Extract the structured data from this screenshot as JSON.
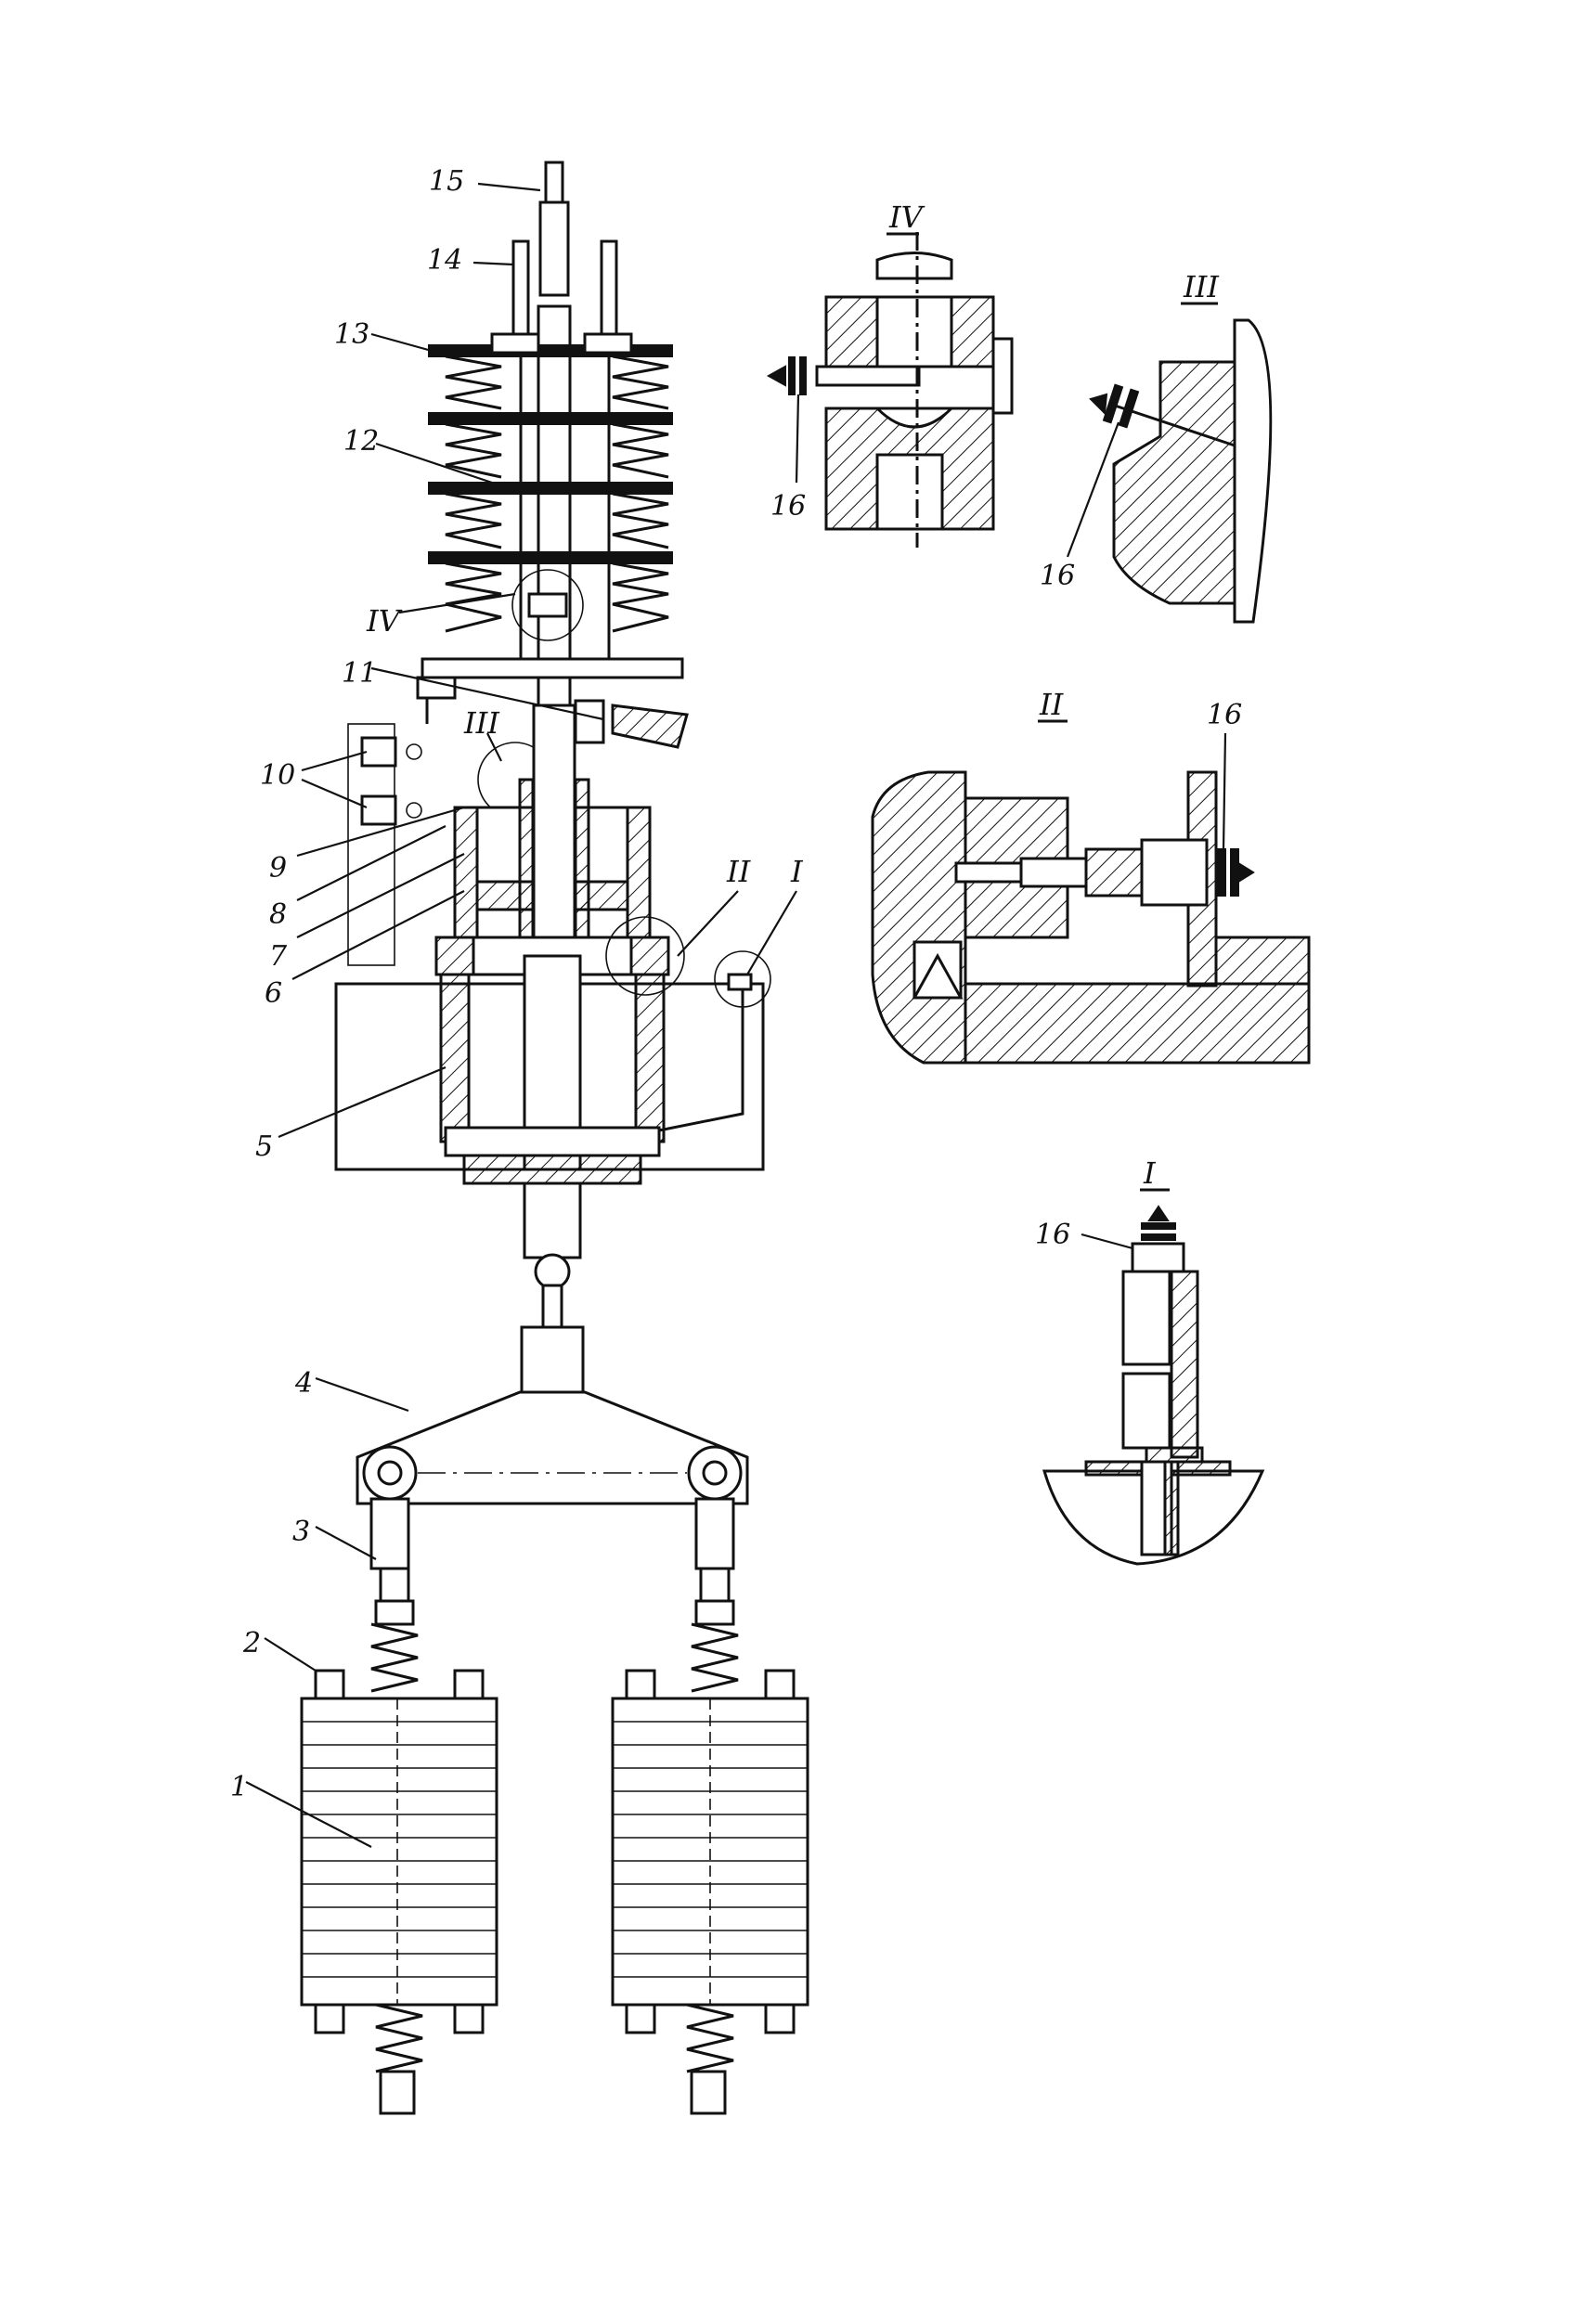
{
  "labels": {
    "n1": "1",
    "n2": "2",
    "n3": "3",
    "n4": "4",
    "n5": "5",
    "n6": "6",
    "n7": "7",
    "n8": "8",
    "n9": "9",
    "n10": "10",
    "n11": "11",
    "n12": "12",
    "n13": "13",
    "n14": "14",
    "n15": "15",
    "rI": "I",
    "rII": "II",
    "rIII": "III",
    "rIV": "IV"
  },
  "details": {
    "IV": {
      "title": "IV",
      "part": "16"
    },
    "III": {
      "title": "III",
      "part": "16"
    },
    "II": {
      "title": "II",
      "part": "16"
    },
    "I": {
      "title": "I",
      "part": "16"
    }
  }
}
